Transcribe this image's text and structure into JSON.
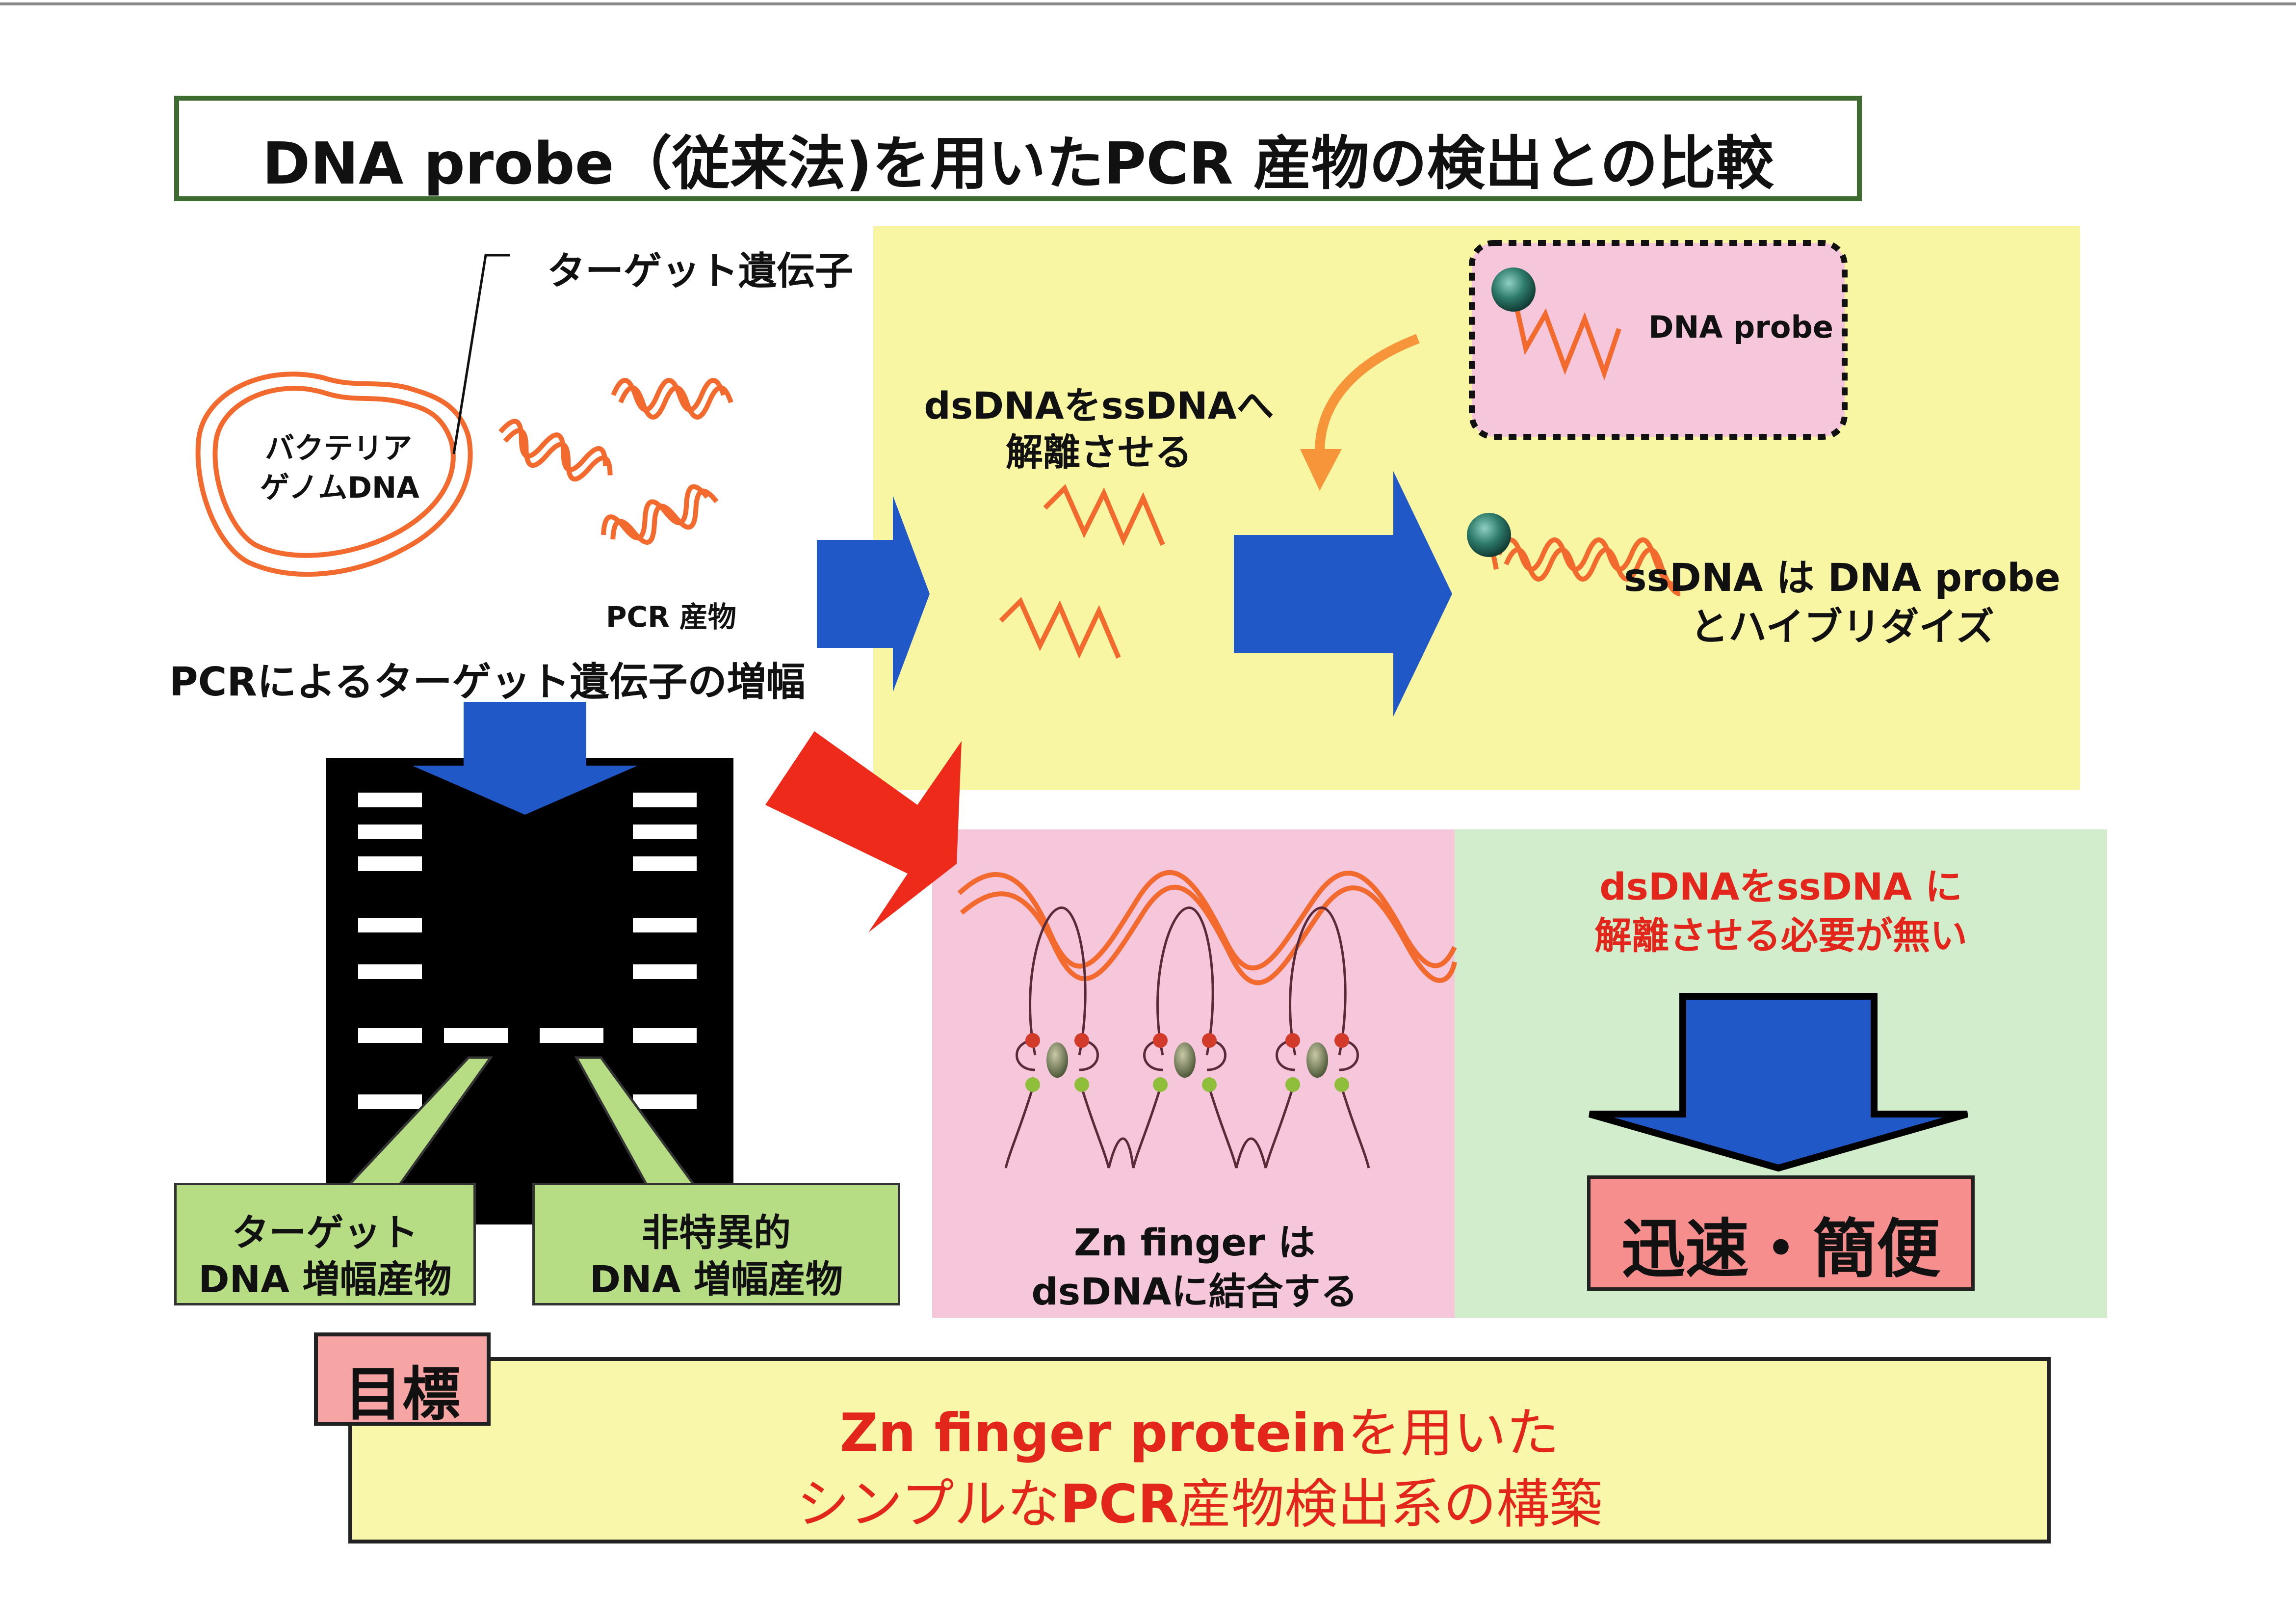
{
  "title": "DNA probe（従来法)を用いたPCR 産物の検出との比較",
  "left": {
    "target_gene": "ターゲット遺伝子",
    "genome_line1": "バクテリア",
    "genome_line2": "ゲノムDNA",
    "pcr_product": "PCR 産物",
    "amplification": "PCRによるターゲット遺伝子の増幅",
    "target_amplicon_line1": "ターゲット",
    "target_amplicon_line2": "DNA 増幅産物",
    "nonspecific_line1": "非特異的",
    "nonspecific_line2": "DNA 増幅産物"
  },
  "conventional": {
    "denature_line1": "dsDNAをssDNAへ",
    "denature_line2": "解離させる",
    "probe_label": "DNA probe",
    "hybridize_line1": "ssDNA は DNA probe",
    "hybridize_line2": "とハイブリダイズ"
  },
  "zinc_finger": {
    "bind_line1": "Zn finger は",
    "bind_line2": "dsDNAに結合する"
  },
  "benefit": {
    "no_denature_line1": "dsDNAをssDNA に",
    "no_denature_line2": "解離させる必要が無い",
    "result": "迅速・簡便"
  },
  "goal": {
    "tag": "目標",
    "line1_bold": "Zn finger protein",
    "line1_rest": "を用いた",
    "line2_pre": "シンプルな",
    "line2_bold": "PCR",
    "line2_rest": "産物検出系の構築"
  },
  "colors": {
    "yellow_panel": "#f8f6a2",
    "pink_panel": "#f6c6db",
    "green_panel": "#d1edcc",
    "dna_orange": "#f26a2e",
    "arrow_blue": "#2158c8",
    "arrow_red": "#ee2a1a",
    "gel_black": "#000000",
    "label_green": "#b6dd84",
    "result_red_bg": "#f78e8e",
    "goal_yellow": "#f8f7aa",
    "probe_bead": "#2d7a6a"
  }
}
